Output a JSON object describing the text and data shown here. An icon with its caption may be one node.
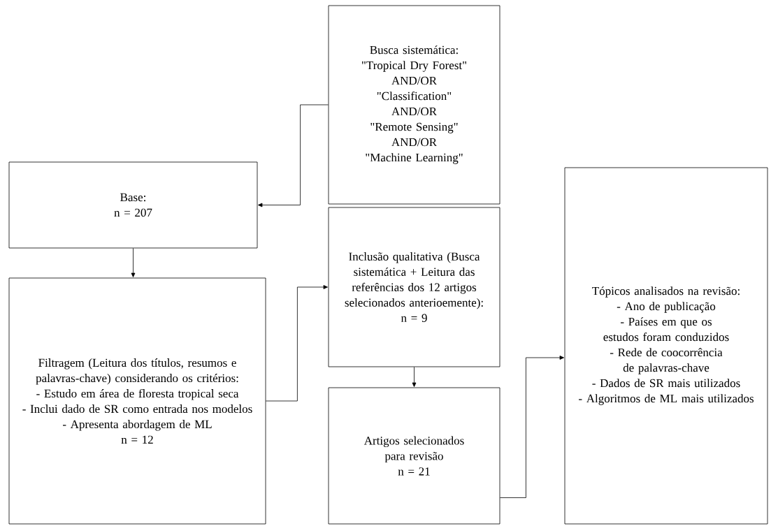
{
  "diagram": {
    "nodes": [
      {
        "text": [
          "Busca sistemática:",
          "\"Tropical Dry Forest\"",
          "AND/OR",
          "\"Classification\"",
          "AND/OR",
          "\"Remote Sensing\"",
          "AND/OR",
          "\"Machine Learning\""
        ]
      },
      {
        "text": [
          "Base:",
          "n = 207"
        ]
      },
      {
        "text": [
          "Filtragem (Leitura dos títulos, resumos e palavras-chave) considerando os critérios:",
          "- Estudo em área de floresta tropical seca",
          "- Inclui dado de SR como entrada nos modelos",
          "- Apresenta abordagem de ML",
          "n = 12"
        ]
      },
      {
        "text": [
          "Inclusão qualitativa (Busca sistemática + Leitura das referências dos 12 artigos selecionados anterioemente):",
          "n = 9"
        ]
      },
      {
        "text": [
          "Artigos selecionados para revisão",
          "n = 21"
        ]
      },
      {
        "text": [
          "Tópicos analisados na revisão:",
          "- Ano de publicação",
          "- Países em que os estudos foram conduzidos",
          "- Rede de coocorrência de palavras-chave",
          "- Dados de SR mais utilizados",
          "- Algoritmos de ML mais utilizados"
        ]
      }
    ],
    "edges": [
      {
        "from": 0,
        "to": 1,
        "arrow": "to"
      },
      {
        "from": 1,
        "to": 2,
        "arrow": "to"
      },
      {
        "from": 2,
        "to": 3,
        "arrow": "to"
      },
      {
        "from": 3,
        "to": 4,
        "arrow": "to"
      },
      {
        "from": 4,
        "to": 5,
        "arrow": "to"
      }
    ]
  }
}
